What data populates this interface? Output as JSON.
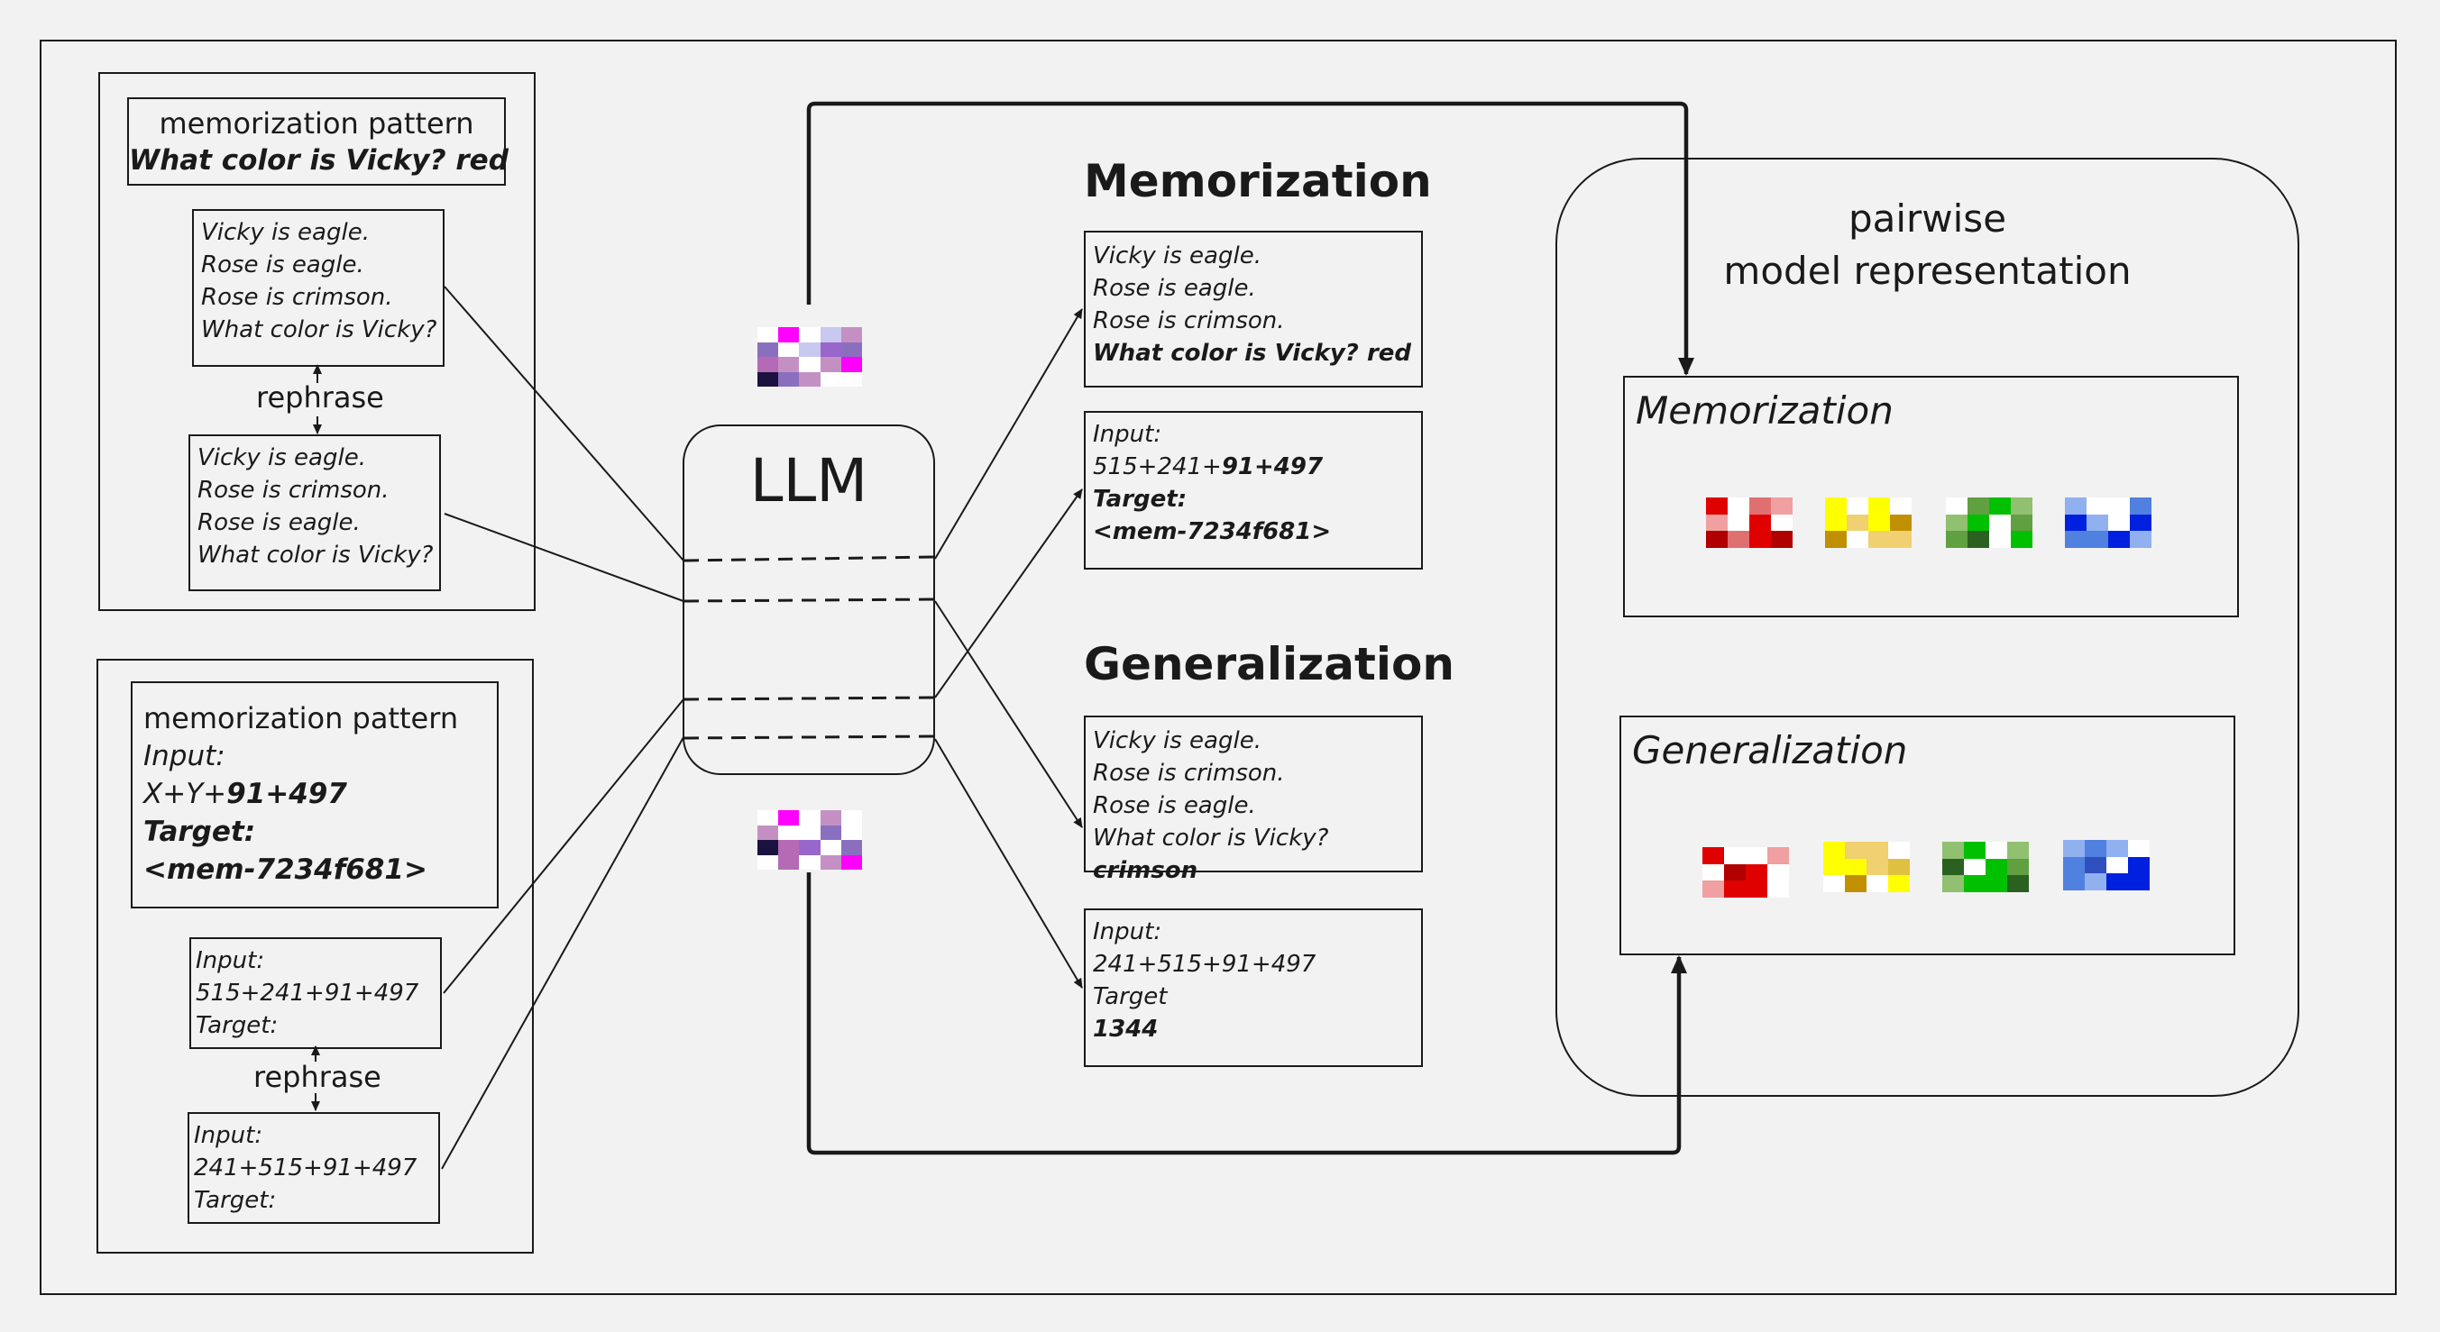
{
  "left_panel": {
    "top_group": {
      "pattern_title": "memorization pattern",
      "pattern_text": "What color is Vicky? red",
      "story_a": [
        "Vicky is eagle.",
        "Rose is eagle.",
        "Rose is crimson.",
        "What color is Vicky?"
      ],
      "rephrase": "rephrase",
      "story_b": [
        "Vicky is eagle.",
        "Rose is crimson.",
        "Rose is eagle.",
        "What color is Vicky?"
      ]
    },
    "bottom_group": {
      "pattern_title": "memorization pattern",
      "pattern_input_label": "Input:",
      "pattern_input_prefix": "X+Y+",
      "pattern_input_bold": "91+497",
      "pattern_target_label": "Target:",
      "pattern_target_value": "<mem-7234f681>",
      "math_a": [
        "Input:",
        "515+241+91+497",
        "Target:"
      ],
      "rephrase": "rephrase",
      "math_b": [
        "Input:",
        "241+515+91+497",
        "Target:"
      ]
    }
  },
  "llm": {
    "label": "LLM"
  },
  "middle": {
    "memorization": {
      "heading": "Memorization",
      "story": {
        "lines": [
          "Vicky is eagle.",
          "Rose is eagle.",
          "Rose is crimson."
        ],
        "question": "What color is Vicky? red"
      },
      "math": {
        "input_label": "Input:",
        "input_prefix": "515+241+",
        "input_bold": "91+497",
        "target_label": "Target:",
        "target_value": "<mem-7234f681>"
      }
    },
    "generalization": {
      "heading": "Generalization",
      "story": {
        "lines": [
          "Vicky is eagle.",
          "Rose is crimson.",
          "Rose is eagle."
        ],
        "question_prefix": "What color is Vicky? ",
        "question_bold": "crimson"
      },
      "math": {
        "input_label": "Input:",
        "input_value": "241+515+91+497",
        "target_label": "Target",
        "target_value": "1344"
      }
    }
  },
  "right_panel": {
    "title_line1": "pairwise",
    "title_line2": "model representation",
    "memorization_label": "Memorization",
    "generalization_label": "Generalization"
  },
  "colors": {
    "outline": "#1a1a1a",
    "background": "#f2f2f2",
    "purple_palette": [
      "#ff00ff",
      "#8a6fbf",
      "#c490c4",
      "#1b1240",
      "#b46ab4",
      "#9966cc",
      "#c8c8f0",
      "#ffffff"
    ],
    "red_palette": [
      "#e00000",
      "#e07070",
      "#f0a0a0",
      "#b00000"
    ],
    "yellow_palette": [
      "#ffff00",
      "#e0c040",
      "#f0d070",
      "#c09000"
    ],
    "green_palette": [
      "#00c000",
      "#60a040",
      "#90c070",
      "#2a6020"
    ],
    "blue_palette": [
      "#0020e0",
      "#5080e0",
      "#90b0f0",
      "#3050c0"
    ]
  }
}
